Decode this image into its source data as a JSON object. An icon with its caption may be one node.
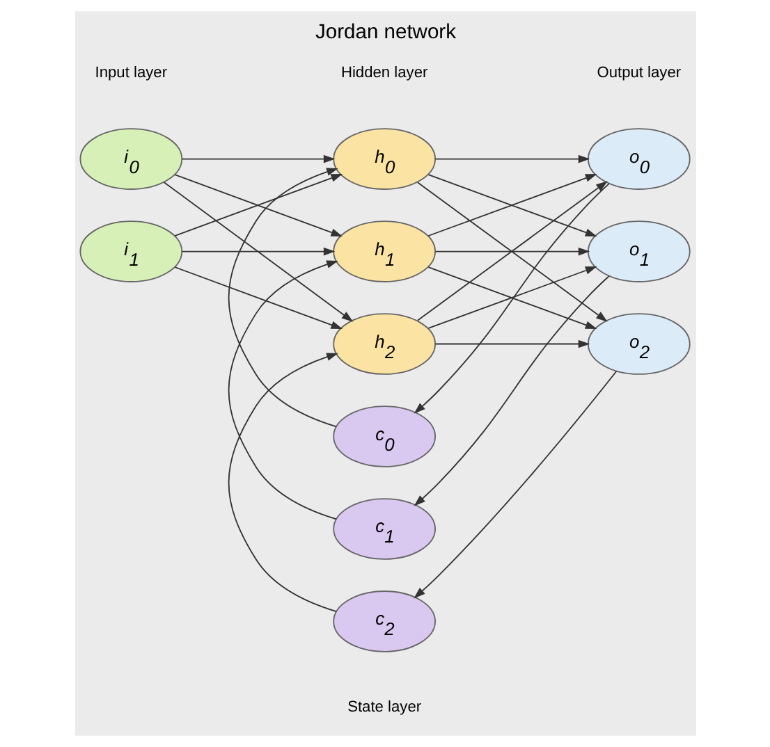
{
  "diagram": {
    "title": "Jordan network",
    "nodes": [
      {
        "text": [
          "i$_{0}$"
        ]
      },
      {
        "text": [
          "i$_{1}$"
        ]
      },
      {
        "text": [
          "h$_{0}$"
        ]
      },
      {
        "text": [
          "h$_{1}$"
        ]
      },
      {
        "text": [
          "h$_{2}$"
        ]
      },
      {
        "text": [
          "o$_{0}$"
        ]
      },
      {
        "text": [
          "o$_{1}$"
        ]
      },
      {
        "text": [
          "o$_{2}$"
        ]
      },
      {
        "text": [
          "c$_{0}$"
        ]
      },
      {
        "text": [
          "c$_{1}$"
        ]
      },
      {
        "text": [
          "c$_{2}$"
        ]
      }
    ],
    "edges": [
      {
        "from": 0,
        "to": 2,
        "arrow": "to"
      },
      {
        "from": 0,
        "to": 3,
        "arrow": "to"
      },
      {
        "from": 0,
        "to": 4,
        "arrow": "to"
      },
      {
        "from": 1,
        "to": 2,
        "arrow": "to"
      },
      {
        "from": 1,
        "to": 3,
        "arrow": "to"
      },
      {
        "from": 1,
        "to": 4,
        "arrow": "to"
      },
      {
        "from": 2,
        "to": 5,
        "arrow": "to"
      },
      {
        "from": 2,
        "to": 6,
        "arrow": "to"
      },
      {
        "from": 2,
        "to": 7,
        "arrow": "to"
      },
      {
        "from": 3,
        "to": 5,
        "arrow": "to"
      },
      {
        "from": 3,
        "to": 6,
        "arrow": "to"
      },
      {
        "from": 3,
        "to": 7,
        "arrow": "to"
      },
      {
        "from": 4,
        "to": 5,
        "arrow": "to"
      },
      {
        "from": 4,
        "to": 6,
        "arrow": "to"
      },
      {
        "from": 4,
        "to": 7,
        "arrow": "to"
      },
      {
        "from": 5,
        "to": 8,
        "arrow": "to"
      },
      {
        "from": 6,
        "to": 9,
        "arrow": "to"
      },
      {
        "from": 7,
        "to": 10,
        "arrow": "to"
      },
      {
        "from": 8,
        "to": 2,
        "arrow": "to"
      },
      {
        "from": 9,
        "to": 3,
        "arrow": "to"
      },
      {
        "from": 10,
        "to": 4,
        "arrow": "to"
      }
    ],
    "labels": [
      "Input layer",
      "Hidden layer",
      "Output layer",
      "State layer"
    ]
  }
}
